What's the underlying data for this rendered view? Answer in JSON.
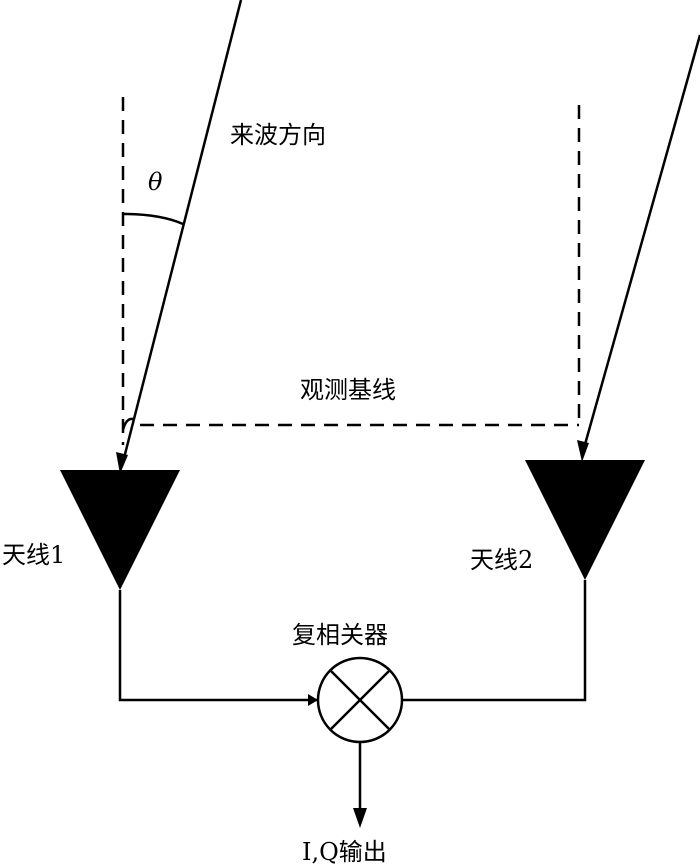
{
  "labels": {
    "wave_direction": "来波方向",
    "theta": "θ",
    "baseline": "观测基线",
    "antenna1": "天线1",
    "antenna2": "天线2",
    "correlator": "复相关器",
    "output": "I,Q输出"
  }
}
